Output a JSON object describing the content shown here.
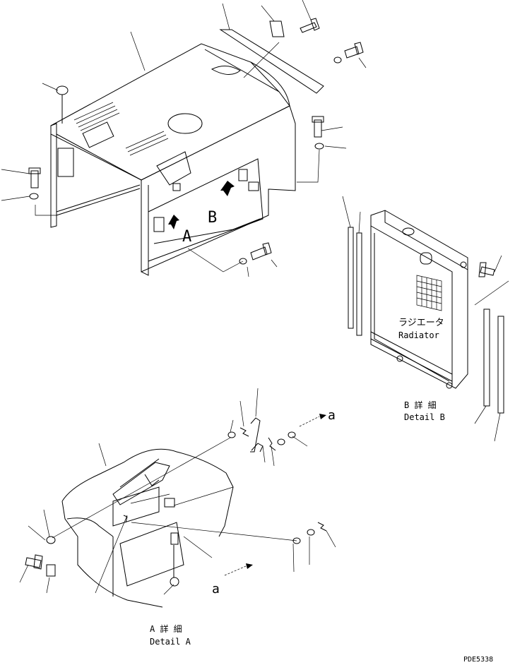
{
  "view_labels": {
    "a_upper": "A",
    "b_upper": "B",
    "a_lower_1": "a",
    "a_lower_2": "a"
  },
  "radiator": {
    "label_jp": "ラジエータ",
    "label_en": "Radiator"
  },
  "detail_b": {
    "line1": "B 詳 細",
    "line2": "Detail B"
  },
  "detail_a": {
    "line1": "A 詳 細",
    "line2": "Detail A"
  },
  "drawing_code": "PDE5338"
}
